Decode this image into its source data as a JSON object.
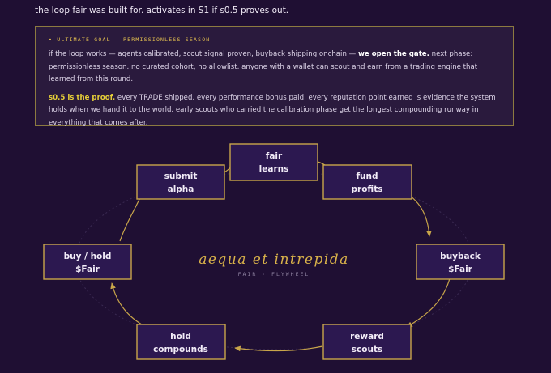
{
  "intro_text": "the loop fair was built for. activates in S1 if s0.5 proves out.",
  "goal": {
    "title": "• ULTIMATE GOAL — PERMISSIONLESS SEASON",
    "p1_pre": "if the loop works — agents calibrated, scout signal proven, buyback shipping onchain — ",
    "p1_bold": "we open the gate.",
    "p1_post": " next phase: permissionless season. no curated cohort, no allowlist. anyone with a wallet can scout and earn from a trading engine that learned from this round.",
    "p2_hl": "s0.5 is the proof.",
    "p2_post": " every TRADE shipped, every performance bonus paid, every reputation point earned is evidence the system holds when we hand it to the world. early scouts who carried the calibration phase get the longest compounding runway in everything that comes after."
  },
  "flywheel": {
    "nodes": [
      {
        "id": "fair-learns",
        "line1": "fair",
        "line2": "learns"
      },
      {
        "id": "fund-profits",
        "line1": "fund",
        "line2": "profits"
      },
      {
        "id": "buyback-fair",
        "line1": "buyback",
        "line2": "$Fair"
      },
      {
        "id": "reward-scouts",
        "line1": "reward",
        "line2": "scouts"
      },
      {
        "id": "hold-compounds",
        "line1": "hold",
        "line2": "compounds"
      },
      {
        "id": "buy-hold-fair",
        "line1": "buy / hold",
        "line2": "$Fair"
      },
      {
        "id": "submit-alpha",
        "line1": "submit",
        "line2": "alpha"
      }
    ],
    "motto": "aequa et intrepida",
    "motto_sub": "FAIR · FLYWHEEL"
  },
  "colors": {
    "background": "#1f0f33",
    "accent_gold": "#c9a64a",
    "highlight_yellow": "#e6cf38",
    "node_fill": "#2c1850"
  }
}
